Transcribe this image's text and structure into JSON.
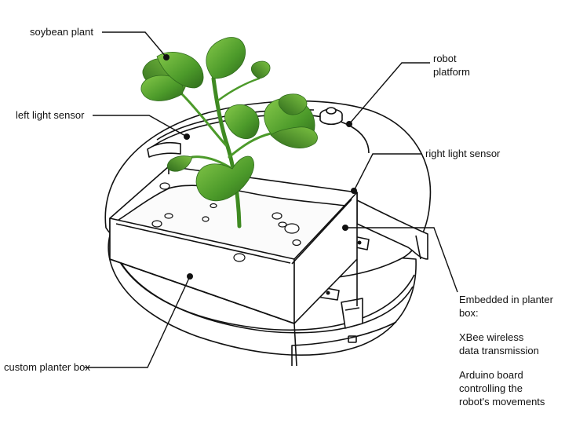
{
  "labels": {
    "soybean_plant": "soybean plant",
    "robot_platform_line1": "robot",
    "robot_platform_line2": "platform",
    "left_light_sensor": "left light sensor",
    "right_light_sensor": "right light sensor",
    "custom_planter_box": "custom planter box",
    "embedded_title_line1": "Embedded in planter",
    "embedded_title_line2": "box:",
    "xbee_line1": "XBee wireless",
    "xbee_line2": "data transmission",
    "arduino_line1": "Arduino board",
    "arduino_line2": "controlling the",
    "arduino_line3": "robot's movements"
  },
  "colors": {
    "outline": "#111111",
    "leaf_dark": "#2f6b1c",
    "leaf_mid": "#4c9a2a",
    "leaf_light": "#7cc242",
    "stem": "#3f8a22"
  }
}
